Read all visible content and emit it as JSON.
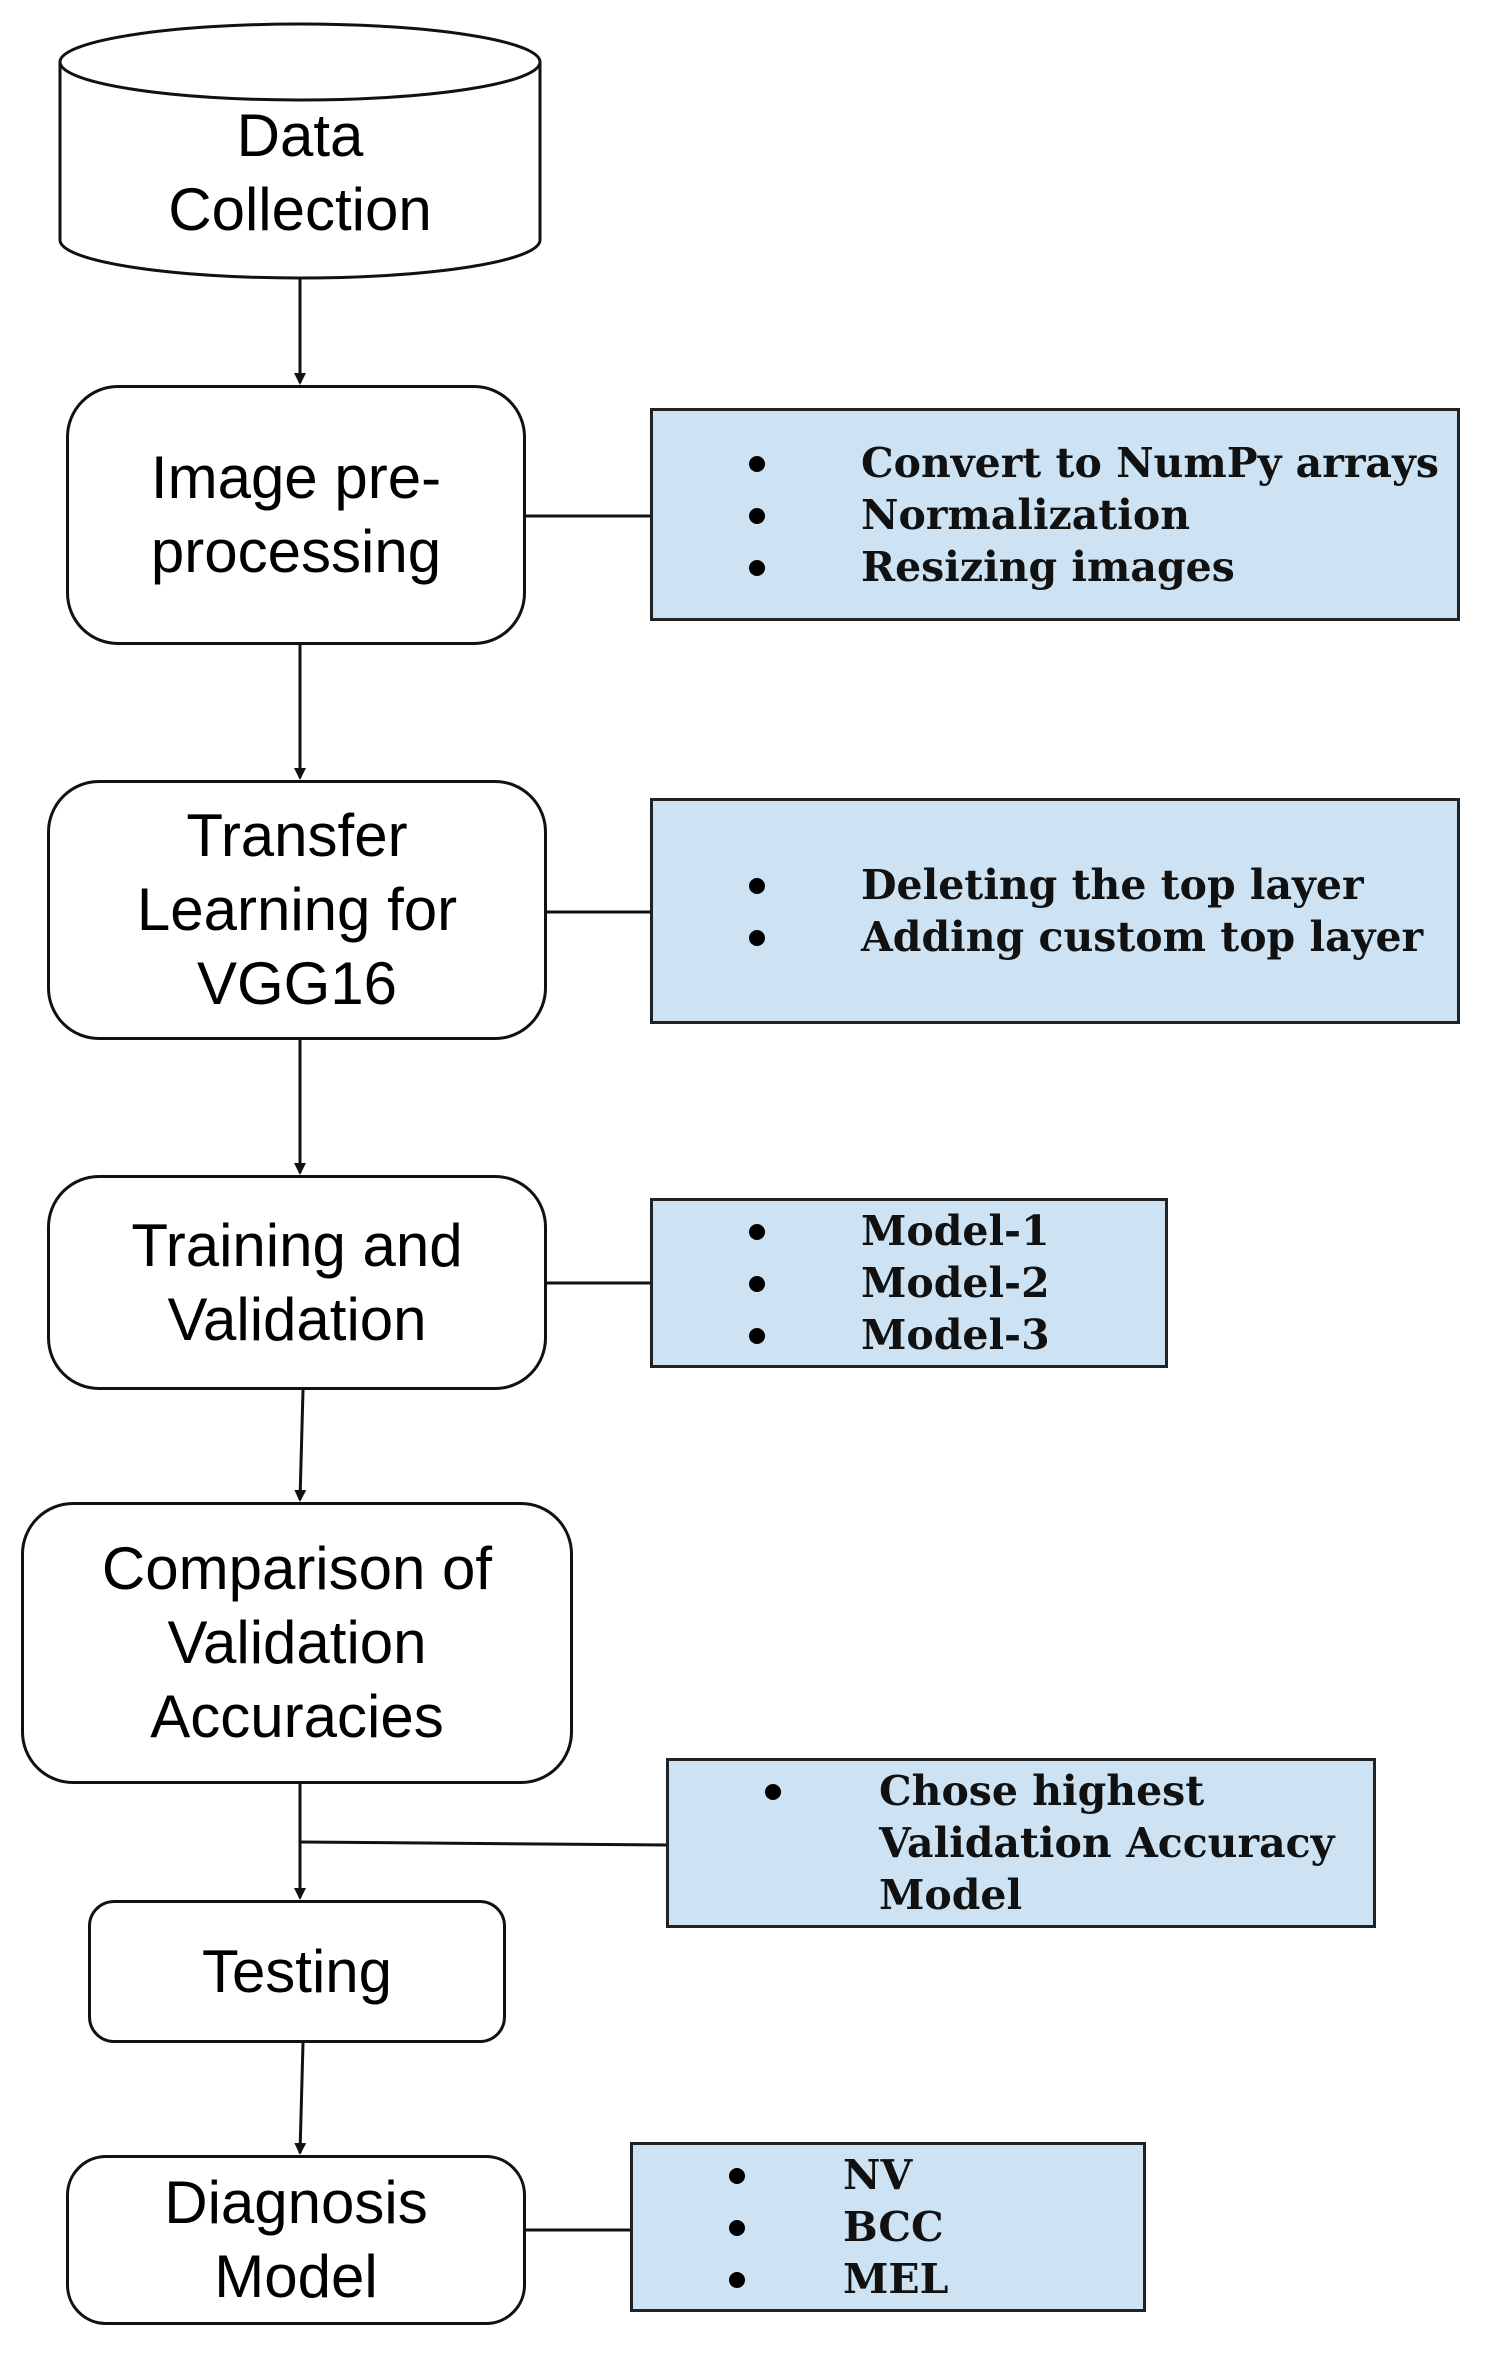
{
  "steps": {
    "data_collection": "Data\nCollection",
    "image_preprocessing": "Image pre-\nprocessing",
    "transfer_learning": "Transfer\nLearning for\nVGG16",
    "training_validation": "Training and\nValidation",
    "comparison": "Comparison of\nValidation\nAccuracies",
    "testing": "Testing",
    "diagnosis_model": "Diagnosis\nModel"
  },
  "notes": {
    "preprocessing": [
      "Convert to NumPy arrays",
      "Normalization",
      "Resizing images"
    ],
    "transfer": [
      "Deleting the top layer",
      "Adding custom top layer"
    ],
    "models": [
      "Model-1",
      "Model-2",
      "Model-3"
    ],
    "selection": [
      "Chose highest\nValidation Accuracy\nModel"
    ],
    "classes": [
      "NV",
      "BCC",
      "MEL"
    ]
  },
  "colors": {
    "note_fill": "#cde3f4",
    "stroke": "#111111"
  }
}
